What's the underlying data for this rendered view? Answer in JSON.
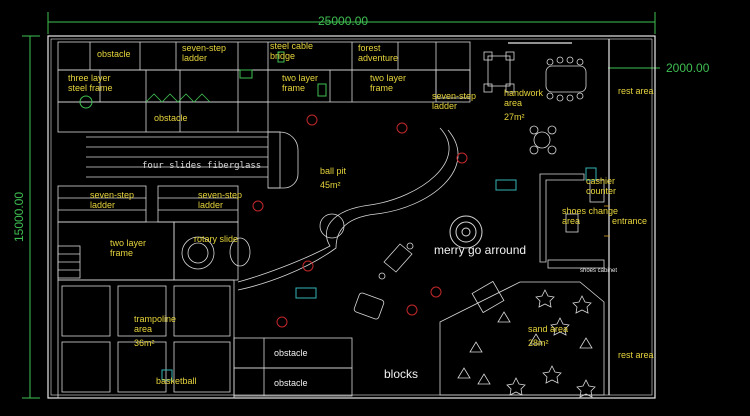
{
  "dimensions": {
    "width": "25000.00",
    "height": "15000.00",
    "offset": "2000.00"
  },
  "labels": {
    "obstacle_top": "obstacle",
    "seven_step_ladder_top": "seven-step\nladder",
    "steel_cable_bridge": "steel cable\nbridge",
    "forest_adventure": "forest\nadventure",
    "three_layer_steel_frame": "three layer\nsteel frame",
    "two_layer_frame_a": "two layer\nframe",
    "two_layer_frame_b": "two layer\nframe",
    "seven_step_ladder_mid": "seven-step\nladder",
    "handwork_area": "handwork\narea",
    "handwork_area_size": "27m²",
    "obstacle_mid": "obstacle",
    "four_slides": "four slides fiberglass",
    "ball_pit": "ball pit",
    "ball_pit_size": "45m²",
    "seven_step_ladder_left": "seven-step\nladder",
    "seven_step_ladder_right": "seven-step\nladder",
    "cashier_counter": "cashier\ncounter",
    "shoes_change_area": "shoes change\narea",
    "entrance": "entrance",
    "two_layer_frame_c": "two layer\nframe",
    "rotary_slide": "rotary slide",
    "merry_go_around": "merry go arround",
    "shoes_cabinet": "shoes cabinet",
    "trampoline_area": "trampoline\narea",
    "trampoline_size": "36m²",
    "sand_area": "sand area",
    "sand_area_size": "28m²",
    "obstacle_low_a": "obstacle",
    "obstacle_low_b": "obstacle",
    "blocks": "blocks",
    "basketball": "basketball",
    "rest_area_top": "rest area",
    "rest_area_bottom": "rest area"
  },
  "colors": {
    "background": "#000000",
    "linework": "#e8e8e8",
    "labels": "#e6d43c",
    "dimension": "#3fbf52",
    "red_marks": "#c0282a",
    "cyan_marks": "#36b3b3",
    "green_marks": "#3fbf52"
  }
}
